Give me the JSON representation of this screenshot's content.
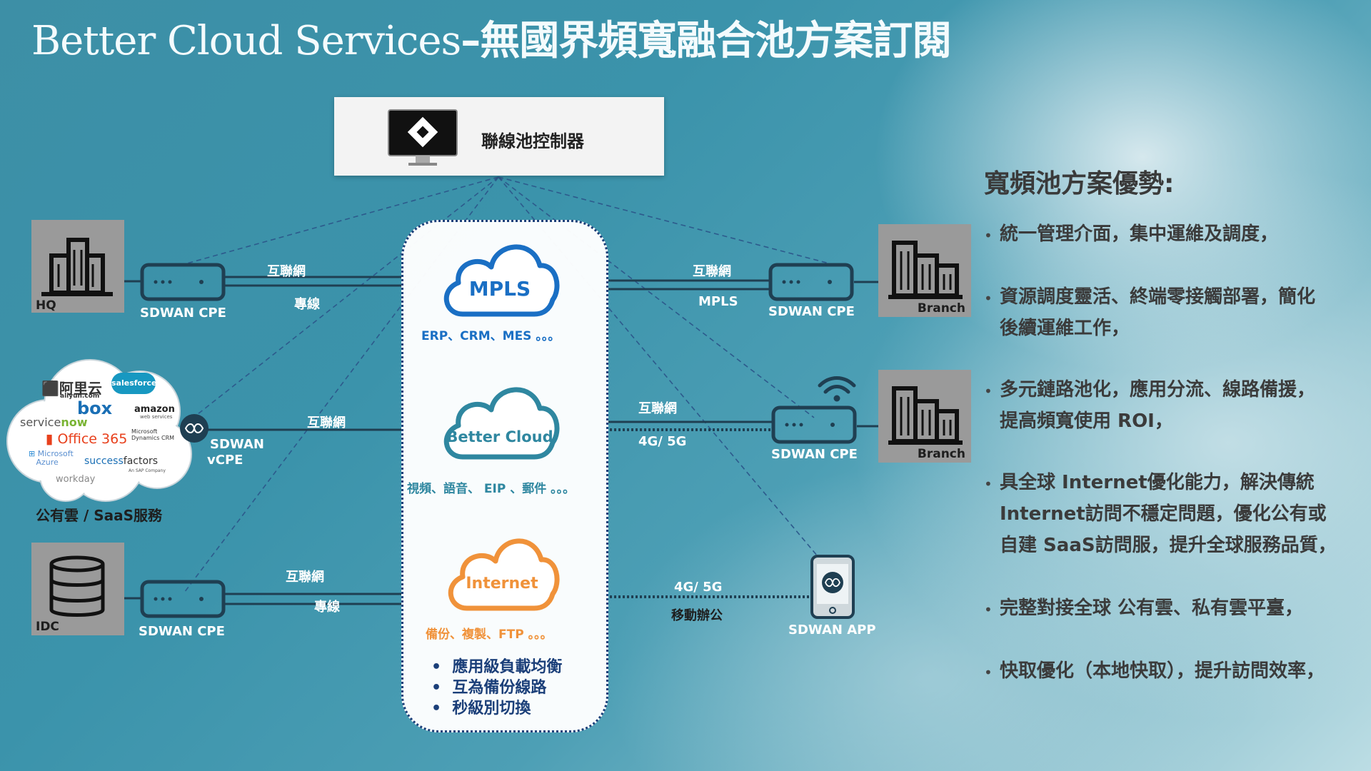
{
  "title": {
    "latin": "Better Cloud Services",
    "chinese": "–無國界頻寬融合池方案訂閱"
  },
  "controller": {
    "label": "聯線池控制器"
  },
  "sites": {
    "hq": {
      "label": "HQ",
      "cpe": "SDWAN CPE",
      "link_top": "互聯網",
      "link_bottom": "專線"
    },
    "cloud": {
      "label": "公有雲 / SaaS服務",
      "vcpe_line1": "SDWAN",
      "vcpe_line2": "vCPE",
      "link": "互聯網"
    },
    "idc": {
      "label": "IDC",
      "cpe": "SDWAN CPE",
      "link_top": "互聯網",
      "link_bottom": "專線"
    },
    "branch1": {
      "label": "Branch",
      "cpe": "SDWAN CPE",
      "link_top": "互聯網",
      "link_bottom": "MPLS"
    },
    "branch2": {
      "label": "Branch",
      "cpe": "SDWAN CPE",
      "link_top": "互聯網",
      "link_bottom": "4G/ 5G"
    },
    "mobile": {
      "app": "SDWAN APP",
      "link_top": "4G/ 5G",
      "link_bottom": "移動辦公"
    }
  },
  "clouds": {
    "mpls": {
      "name": "MPLS",
      "caption": "ERP、CRM、MES 。。。",
      "color": "#1a6fc4"
    },
    "better": {
      "name": "Better Cloud",
      "caption": "視頻、語音、 EIP 、郵件 。。。",
      "color": "#2f87a0"
    },
    "internet": {
      "name": "Internet",
      "caption": "備份、複製、FTP 。。。",
      "color": "#f0923a"
    }
  },
  "pill_bullets": [
    "應用級負載均衡",
    "互為備份線路",
    "秒級別切換"
  ],
  "saas_logos": {
    "aliyun": "阿里云",
    "aliyun_sub": "aliyun.com",
    "salesforce": "salesforce",
    "box": "box",
    "amazon": "amazon",
    "amazon_sub": "web services",
    "servicenow_a": "service",
    "servicenow_b": "now",
    "office": "Office 365",
    "dynamics_a": "Microsoft",
    "dynamics_b": "Dynamics CRM",
    "azure_a": "Microsoft",
    "azure_b": "Azure",
    "successfactors_a": "success",
    "successfactors_b": "factors",
    "sap_sub": "An SAP Company",
    "workday": "workday"
  },
  "advantages": {
    "heading": "寬頻池方案優勢:",
    "items": [
      {
        "line1": "統一管理介面，集中運維及調度，",
        "line2": "",
        "line3": ""
      },
      {
        "line1": "資源調度靈活、終端零接觸部署，簡化",
        "line2": "後續運維工作，",
        "line3": ""
      },
      {
        "line1": "多元鏈路池化，應用分流、線路備援，",
        "line2": "提高頻寬使用 ROI，",
        "line3": ""
      },
      {
        "line1": "具全球 Internet優化能力，解決傳統",
        "line2": "Internet訪問不穩定問題，優化公有或",
        "line3": "自建 SaaS訪問服，提升全球服務品質，"
      },
      {
        "line1": "完整對接全球 公有雲、私有雲平臺，",
        "line2": "",
        "line3": ""
      },
      {
        "line1": "快取優化（本地快取），提升訪問效率，",
        "line2": "",
        "line3": ""
      }
    ]
  },
  "colors": {
    "pill_border": "#1b3f79",
    "mpls": "#1a6fc4",
    "better": "#2f87a0",
    "internet": "#f0923a",
    "device": "#1f3f52"
  }
}
